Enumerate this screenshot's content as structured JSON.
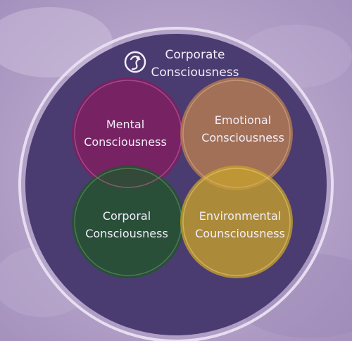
{
  "title": {
    "line1": "Corporate",
    "line2": "Consciousness",
    "icon": "swirl-figure-icon"
  },
  "circles": [
    {
      "key": "mental",
      "line1": "Mental",
      "line2": "Consciousness",
      "color": "#7c1f62"
    },
    {
      "key": "emotional",
      "line1": "Emotional",
      "line2": "Consciousness",
      "color": "#b57b52"
    },
    {
      "key": "corporal",
      "line1": "Corporal",
      "line2": "Consciousness",
      "color": "#23532d"
    },
    {
      "key": "environmental",
      "line1": "Environmental",
      "line2": "Counsciousness",
      "color": "#c7a22c"
    }
  ],
  "colors": {
    "background": "#b3a0c8",
    "outer_circle": "#4a3c70",
    "ring": "#e6def0"
  }
}
